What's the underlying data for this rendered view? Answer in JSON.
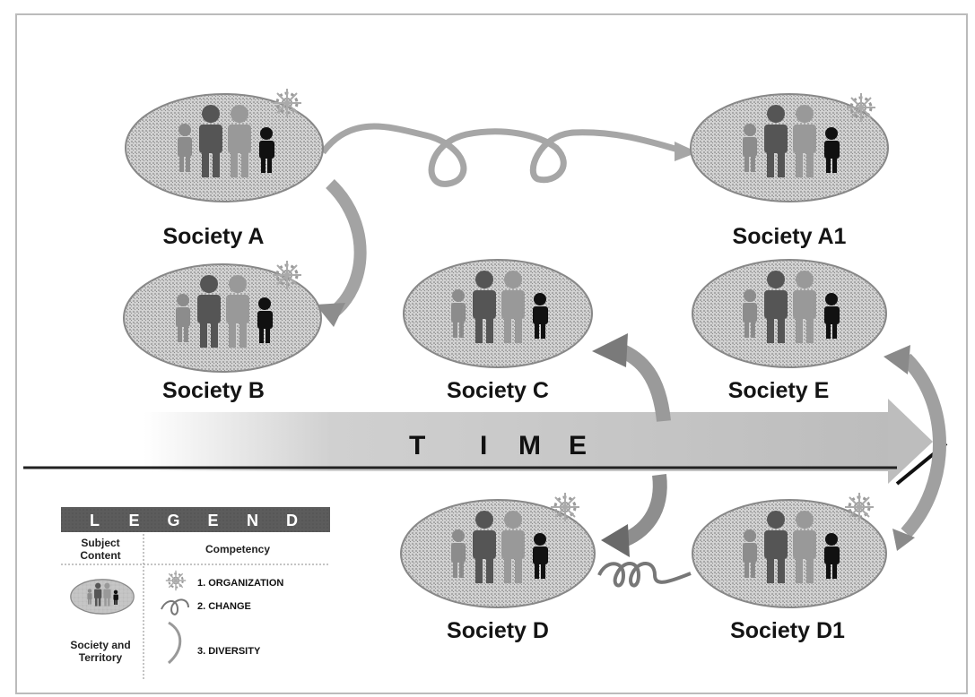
{
  "societies": [
    {
      "id": "A",
      "label": "Society A"
    },
    {
      "id": "A1",
      "label": "Society A1"
    },
    {
      "id": "B",
      "label": "Society B"
    },
    {
      "id": "C",
      "label": "Society C"
    },
    {
      "id": "E",
      "label": "Society E"
    },
    {
      "id": "D",
      "label": "Society D"
    },
    {
      "id": "D1",
      "label": "Society D1"
    }
  ],
  "time_letters": [
    "T",
    "I",
    "M",
    "E"
  ],
  "legend": {
    "header_letters": [
      "L",
      "E",
      "G",
      "E",
      "N",
      "D"
    ],
    "col_subject_line1": "Subject",
    "col_subject_line2": "Content",
    "col_competency": "Competency",
    "subject_line1": "Society and",
    "subject_line2": "Territory",
    "items": [
      "1. ORGANIZATION",
      "2. CHANGE",
      "3. DIVERSITY"
    ]
  },
  "colors": {
    "ellipse": "#bdbdbd",
    "arrow": "#9a9a9a",
    "time_band": "#c8c8c8",
    "legend_header": "#444444"
  }
}
